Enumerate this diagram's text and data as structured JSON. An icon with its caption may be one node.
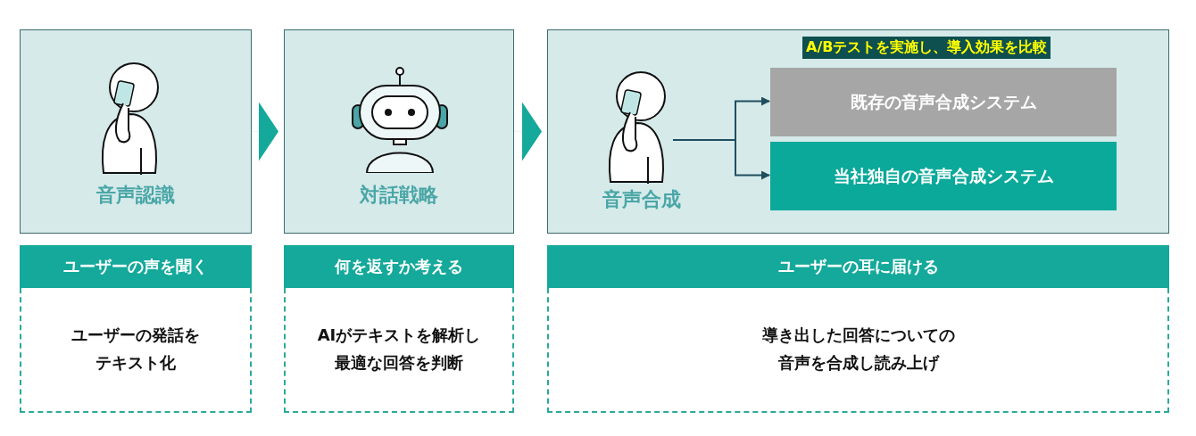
{
  "diagram": {
    "nodes": [
      {
        "text": [
          "音声認識"
        ]
      },
      {
        "text": [
          "対話戦略"
        ]
      },
      {
        "text": [
          "音声合成"
        ]
      },
      {
        "text": [],
        "shape": "person",
        "in": 2
      },
      {
        "text": [
          "既存の音声合成システム"
        ],
        "in": 2
      },
      {
        "text": [
          "当社独自の音声合成システム"
        ],
        "in": 2
      },
      {
        "text": [
          "ユーザーの声を聞く"
        ]
      },
      {
        "text": [
          "ユーザーの発話をテキスト化"
        ]
      },
      {
        "text": [
          "何を返すか考える"
        ]
      },
      {
        "text": [
          "AIがテキストを解析し最適な回答を判断"
        ]
      },
      {
        "text": [
          "ユーザーの耳に届ける"
        ]
      },
      {
        "text": [
          "導き出した回答についての音声を合成し読み上げ"
        ]
      }
    ],
    "edges": [
      {
        "from": 0,
        "to": 1,
        "arrow": "to"
      },
      {
        "from": 1,
        "to": 2,
        "arrow": "to"
      },
      {
        "from": 3,
        "to": 4,
        "arrow": "to",
        "color": "#1f4e5f"
      },
      {
        "from": 3,
        "to": 5,
        "arrow": "to",
        "color": "#1f4e5f"
      }
    ],
    "labels": [
      "A/Bテストを実施し、導入効果を比較"
    ]
  }
}
